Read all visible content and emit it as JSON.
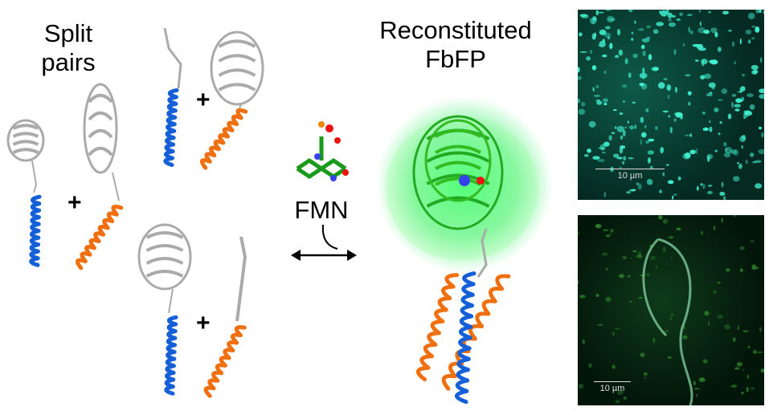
{
  "labels": {
    "split_line1": "Split",
    "split_line2": "pairs",
    "recon_line1": "Reconstituted",
    "recon_line2": "FbFP",
    "cofactor": "FMN",
    "plus": "+"
  },
  "micrographs": [
    {
      "scale_bar": "10 µm"
    },
    {
      "scale_bar": "10 µm"
    }
  ],
  "colors": {
    "blue": "#1560d8",
    "orange": "#f07010",
    "gray": "#b0b0b0",
    "green": "#22bb22",
    "glow": "#33ff66"
  }
}
